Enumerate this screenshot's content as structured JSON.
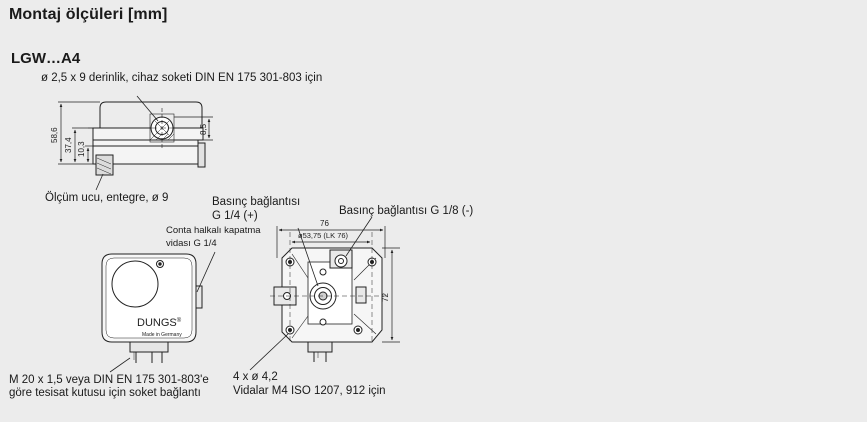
{
  "header": {
    "title": "Montaj ölçüleri [mm]",
    "model": "LGW…A4"
  },
  "labels": {
    "socket_hole": "ø 2,5 x 9 derinlik, cihaz soketi DIN EN 175 301-803 için",
    "test_nipple": "Ölçüm ucu, entegre, ø 9",
    "pressure_port_plus_line1": "Basınç bağlantısı",
    "pressure_port_plus_line2": "G 1/4 (+)",
    "pressure_port_minus": "Basınç bağlantısı G 1/8 (-)",
    "seal_cap_line1": "Conta halkalı kapatma",
    "seal_cap_line2": "vidası G 1/4",
    "socket_line1": "M 20 x 1,5 veya DIN EN 175 301-803'e",
    "socket_line2": "göre tesisat kutusu için soket bağlantı",
    "holes_line1": "4 x ø 4,2",
    "holes_line2": "Vidalar M4 ISO 1207, 912 için",
    "brand": "DUNGS",
    "brand_mark": "®",
    "made_in": "Made in Germany"
  },
  "dimensions": {
    "height_total": "58,6",
    "height_middle": "37,4",
    "height_low": "10,3",
    "height_port": "8,5",
    "width": "76",
    "hole_circle": "ø53,75 (LK 76)",
    "height_back": "72"
  }
}
